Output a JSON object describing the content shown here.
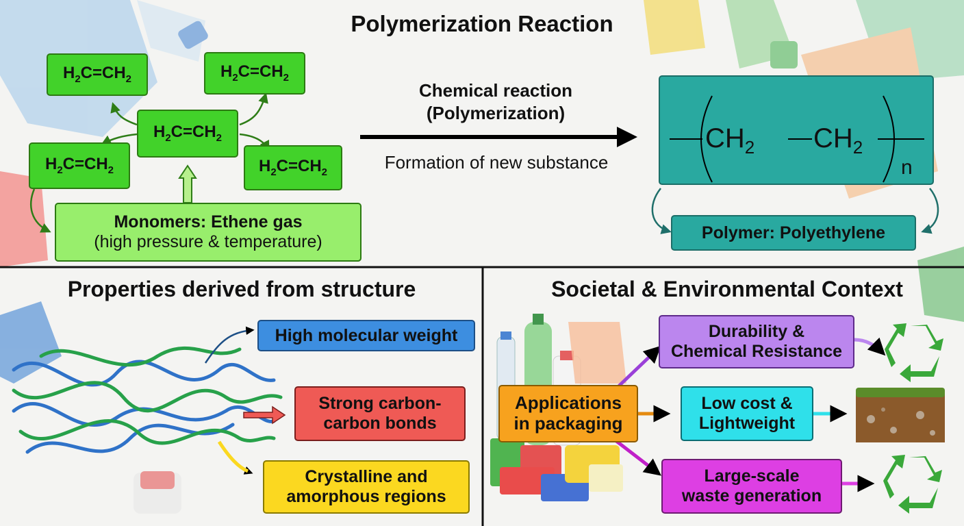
{
  "title": "Polymerization Reaction",
  "monomer_formula": {
    "lead": "H",
    "sub1": "2",
    "mid": "C=CH",
    "sub2": "2"
  },
  "monomer_box": {
    "line1": "Monomers: Ethene gas",
    "line2": "(high pressure & temperature)"
  },
  "reaction": {
    "line1": "Chemical reaction",
    "line2": "(Polymerization)",
    "caption": "Formation of new substance"
  },
  "polymer_formula": {
    "group": "CH",
    "sub": "2",
    "repeat": "n"
  },
  "polymer_box": {
    "label": "Polymer: Polyethylene"
  },
  "properties": {
    "heading": "Properties derived from structure",
    "items": [
      {
        "text": "High molecular weight",
        "color": "#3d8ee0"
      },
      {
        "line1": "Strong carbon-",
        "line2": "carbon bonds",
        "color": "#ef5a55"
      },
      {
        "line1": "Crystalline and",
        "line2": "amorphous regions",
        "color": "#fbd820"
      }
    ]
  },
  "context": {
    "heading": "Societal & Environmental Context",
    "applications": {
      "line1": "Applications",
      "line2": "in packaging",
      "color": "#f7a21e"
    },
    "items": [
      {
        "line1": "Durability &",
        "line2": "Chemical Resistance",
        "color": "#bb86ee"
      },
      {
        "line1": "Low cost &",
        "line2": "Lightweight",
        "color": "#2fe0ea"
      },
      {
        "line1": "Large-scale",
        "line2": "waste generation",
        "color": "#dd3fe3"
      }
    ]
  },
  "colors": {
    "monomer_green": "#42d22a",
    "polymer_teal": "#29a9a0",
    "recycle_green": "#3aa83a"
  },
  "icons": [
    "recycle-icon",
    "soil-icon",
    "recycle-icon"
  ]
}
